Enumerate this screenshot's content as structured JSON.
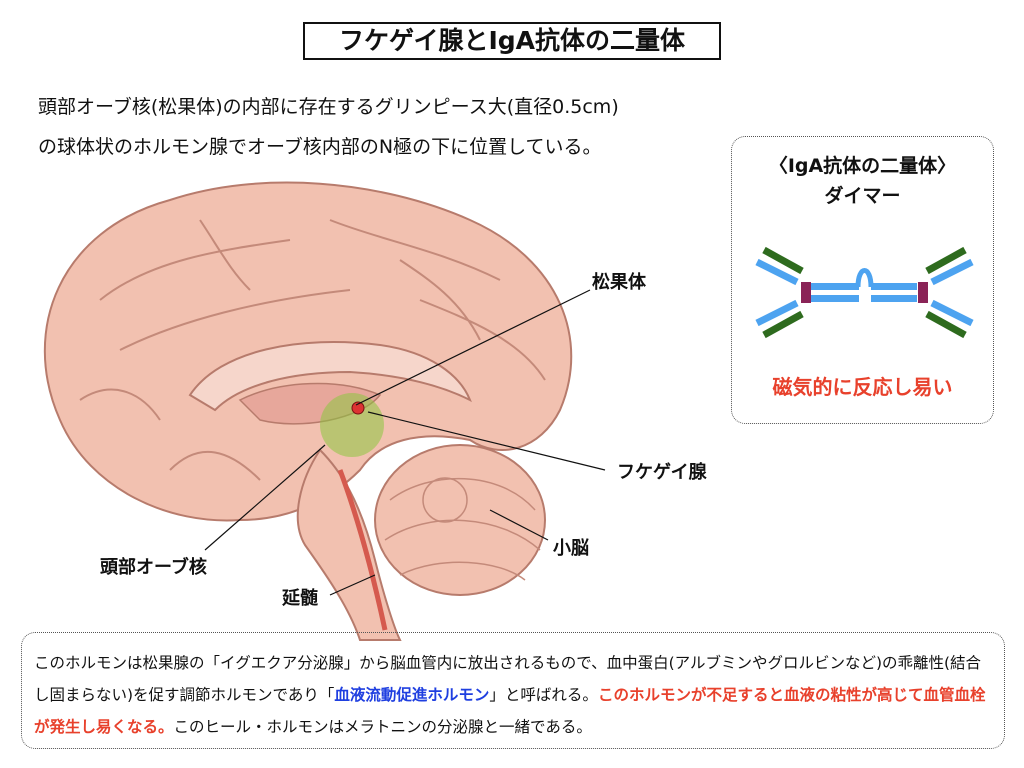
{
  "title": "フケゲイ腺とIgA抗体の二量体",
  "intro": {
    "line1": "頭部オーブ核(松果体)の内部に存在するグリンピース大(直径0.5cm)",
    "line2": "の球体状のホルモン腺でオーブ核内部のN極の下に位置している。"
  },
  "callout": {
    "heading1": "〈IgA抗体の二量体〉",
    "heading2": "ダイマー",
    "note": "磁気的に反応し易い",
    "colors": {
      "heavy": "#4da3f0",
      "light": "#2e6b1e",
      "hinge": "#8a2357"
    }
  },
  "labels": {
    "pineal": "松果体",
    "fukegei": "フケゲイ腺",
    "cerebellum": "小脳",
    "orb_nucleus": "頭部オーブ核",
    "medulla": "延髄"
  },
  "bottom": {
    "t1": "このホルモンは松果腺の「イグエクア分泌腺」から脳血管内に放出されるもので、血中蛋白(アルブミンやグロルビンなど)の乖離性(結合し固まらない)を促す調節ホルモンであり「",
    "blue": "血液流動促進ホルモン",
    "t2": "」と呼ばれる。",
    "red": "このホルモンが不足すると血液の粘性が高じて血管血栓が発生し易くなる。",
    "t3": "このヒール・ホルモンはメラトニンの分泌腺と一緒である。"
  },
  "colors": {
    "accent_red": "#e8412c",
    "accent_blue": "#1f3fe0",
    "brain": "#f2c1b0"
  }
}
